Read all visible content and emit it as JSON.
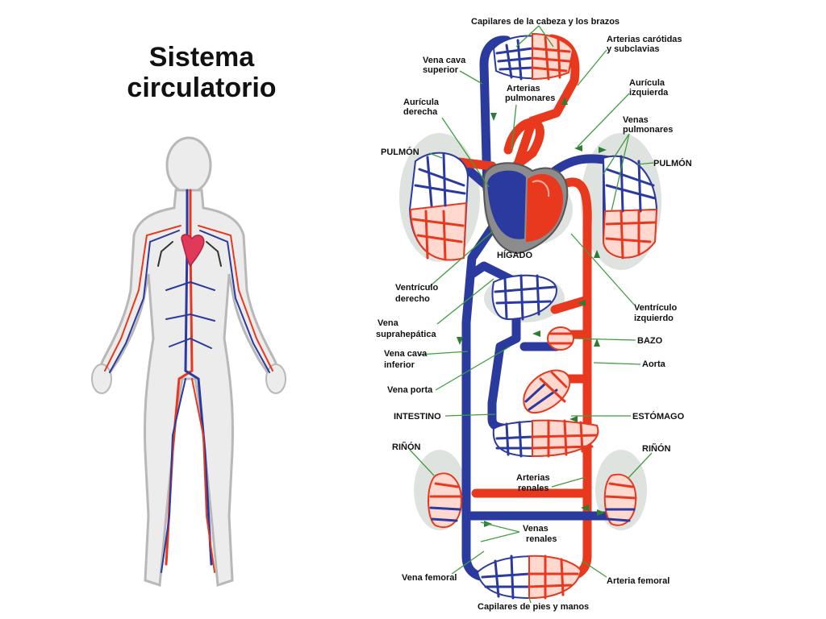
{
  "title": {
    "line1": "Sistema",
    "line2": "circulatorio"
  },
  "labels": {
    "capilares_cabeza": "Capilares de la cabeza y los brazos",
    "arterias_carotidas_1": "Arterias carótidas",
    "arterias_carotidas_2": "y subclavias",
    "vena_cava_sup_1": "Vena cava",
    "vena_cava_sup_2": "superior",
    "arterias_pulmonares_1": "Arterias",
    "arterias_pulmonares_2": "pulmonares",
    "auricula_izq_1": "Aurícula",
    "auricula_izq_2": "izquierda",
    "auricula_der_1": "Aurícula",
    "auricula_der_2": "derecha",
    "venas_pulmonares_1": "Venas",
    "venas_pulmonares_2": "pulmonares",
    "pulmon_izq": "PULMÓN",
    "pulmon_der": "PULMÓN",
    "higado": "HÍGADO",
    "ventriculo_der_1": "Ventrículo",
    "ventriculo_der_2": "derecho",
    "ventriculo_izq_1": "Ventrículo",
    "ventriculo_izq_2": "izquierdo",
    "vena_suprahepatica_1": "Vena",
    "vena_suprahepatica_2": "suprahepática",
    "bazo": "BAZO",
    "vena_cava_inf_1": "Vena cava",
    "vena_cava_inf_2": "inferior",
    "aorta": "Aorta",
    "vena_porta": "Vena porta",
    "intestino": "INTESTINO",
    "estomago": "ESTÓMAGO",
    "rinon_izq": "RIÑÓN",
    "rinon_der": "RIÑÓN",
    "arterias_renales_1": "Arterias",
    "arterias_renales_2": "renales",
    "venas_renales_1": "Venas",
    "venas_renales_2": "renales",
    "vena_femoral": "Vena femoral",
    "arteria_femoral": "Arteria femoral",
    "capilares_pies": "Capilares de pies y manos"
  },
  "colors": {
    "artery": "#e8391e",
    "vein": "#2b3a9e",
    "leader": "#3f9d3f",
    "organ_shadow": "#dfe3df",
    "body_outline": "#bdbdbd"
  }
}
